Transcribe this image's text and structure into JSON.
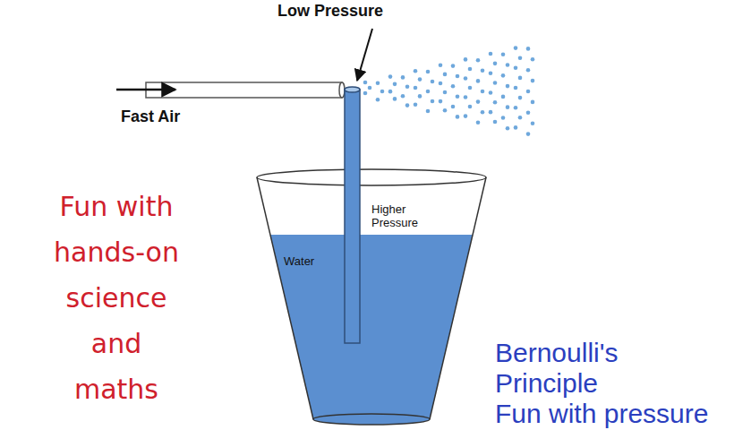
{
  "diagram": {
    "nodes": [
      {
        "text": [
          "Higher Pressure",
          "Water"
        ]
      }
    ],
    "labels": [
      "Low Pressure",
      "Fast Air",
      "Fun with hands-on science and maths",
      "Bernoulli's Principle",
      "Fun with pressure"
    ]
  }
}
